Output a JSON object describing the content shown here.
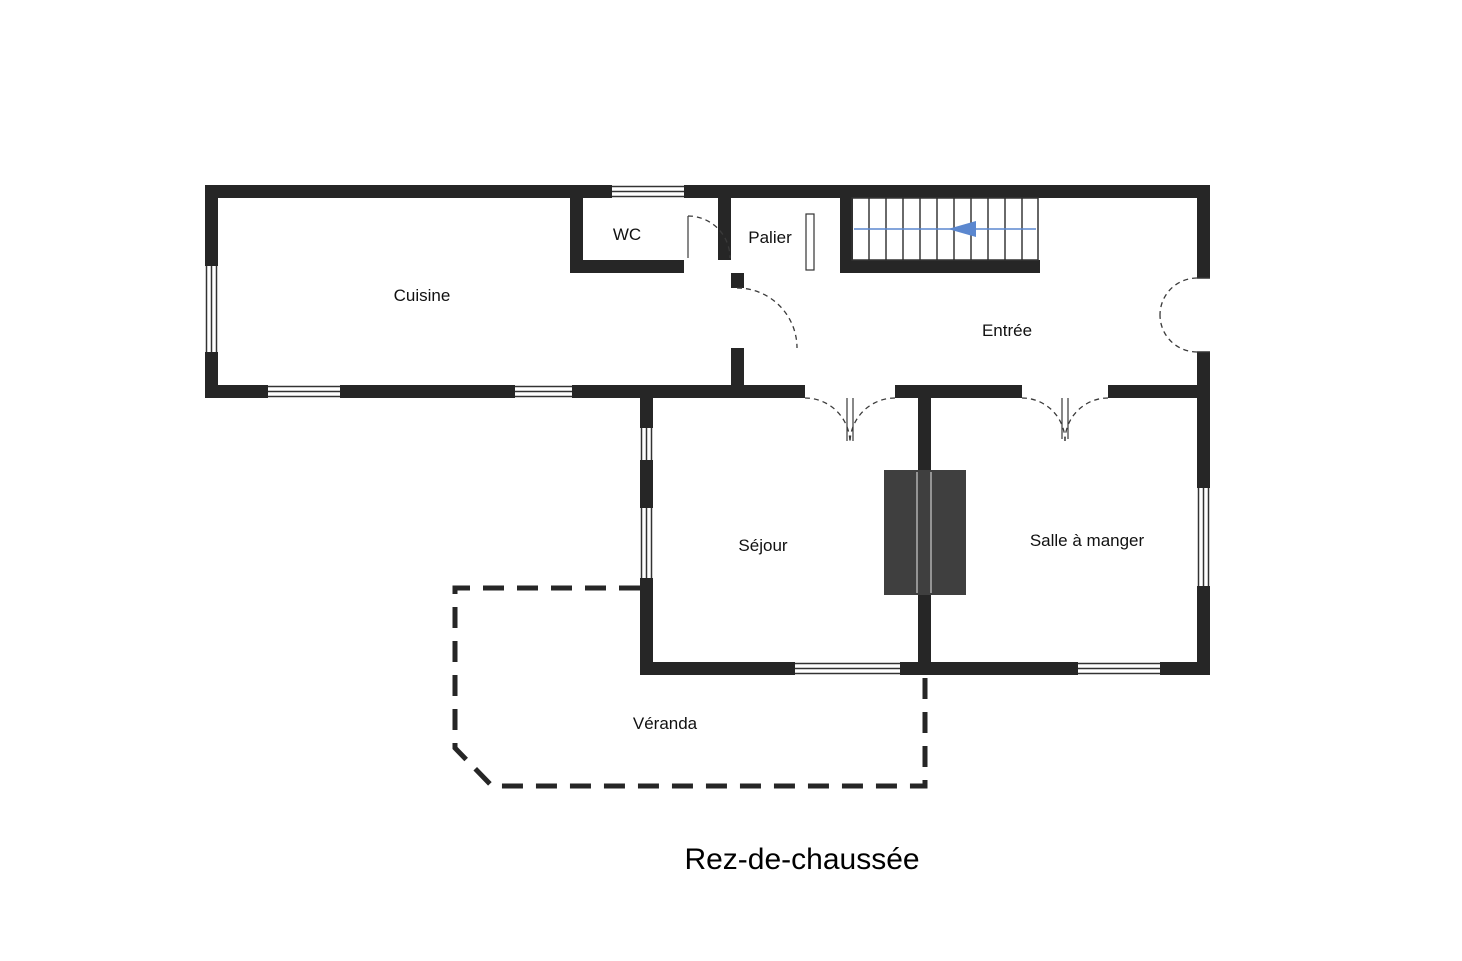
{
  "title": "Rez-de-chaussée",
  "rooms": [
    {
      "id": "cuisine",
      "label": "Cuisine"
    },
    {
      "id": "wc",
      "label": "WC"
    },
    {
      "id": "palier",
      "label": "Palier"
    },
    {
      "id": "entree",
      "label": "Entrée"
    },
    {
      "id": "sejour",
      "label": "Séjour"
    },
    {
      "id": "salle-a-manger",
      "label": "Salle à manger"
    },
    {
      "id": "veranda",
      "label": "Véranda"
    }
  ],
  "icons": {
    "stair_direction_arrow": "left-arrow"
  },
  "colors": {
    "wall": "#262626",
    "line": "#333333",
    "fireplace": "#3f3f3f",
    "stair_arrow": "#5b87cf",
    "background": "#ffffff"
  }
}
